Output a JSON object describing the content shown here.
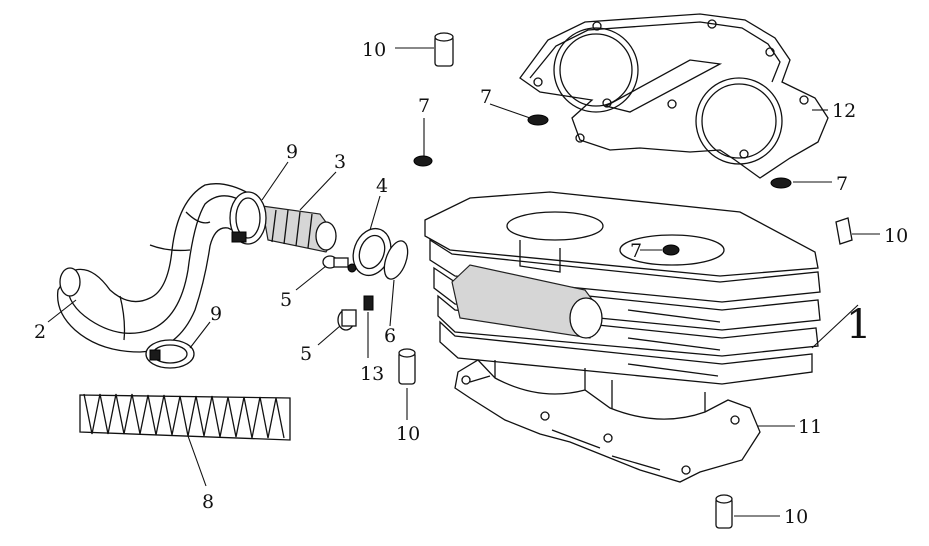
{
  "parts": [
    {
      "id": "label-1",
      "text": "1"
    },
    {
      "id": "label-2",
      "text": "2"
    },
    {
      "id": "label-3",
      "text": "3"
    },
    {
      "id": "label-4",
      "text": "4"
    },
    {
      "id": "label-5a",
      "text": "5"
    },
    {
      "id": "label-5b",
      "text": "5"
    },
    {
      "id": "label-6",
      "text": "6"
    },
    {
      "id": "label-7a",
      "text": "7"
    },
    {
      "id": "label-7b",
      "text": "7"
    },
    {
      "id": "label-7c",
      "text": "7"
    },
    {
      "id": "label-7d",
      "text": "7"
    },
    {
      "id": "label-8",
      "text": "8"
    },
    {
      "id": "label-9a",
      "text": "9"
    },
    {
      "id": "label-9b",
      "text": "9"
    },
    {
      "id": "label-10a",
      "text": "10"
    },
    {
      "id": "label-10b",
      "text": "10"
    },
    {
      "id": "label-10c",
      "text": "10"
    },
    {
      "id": "label-10d",
      "text": "10"
    },
    {
      "id": "label-11",
      "text": "11"
    },
    {
      "id": "label-12",
      "text": "12"
    },
    {
      "id": "label-13",
      "text": "13"
    }
  ]
}
